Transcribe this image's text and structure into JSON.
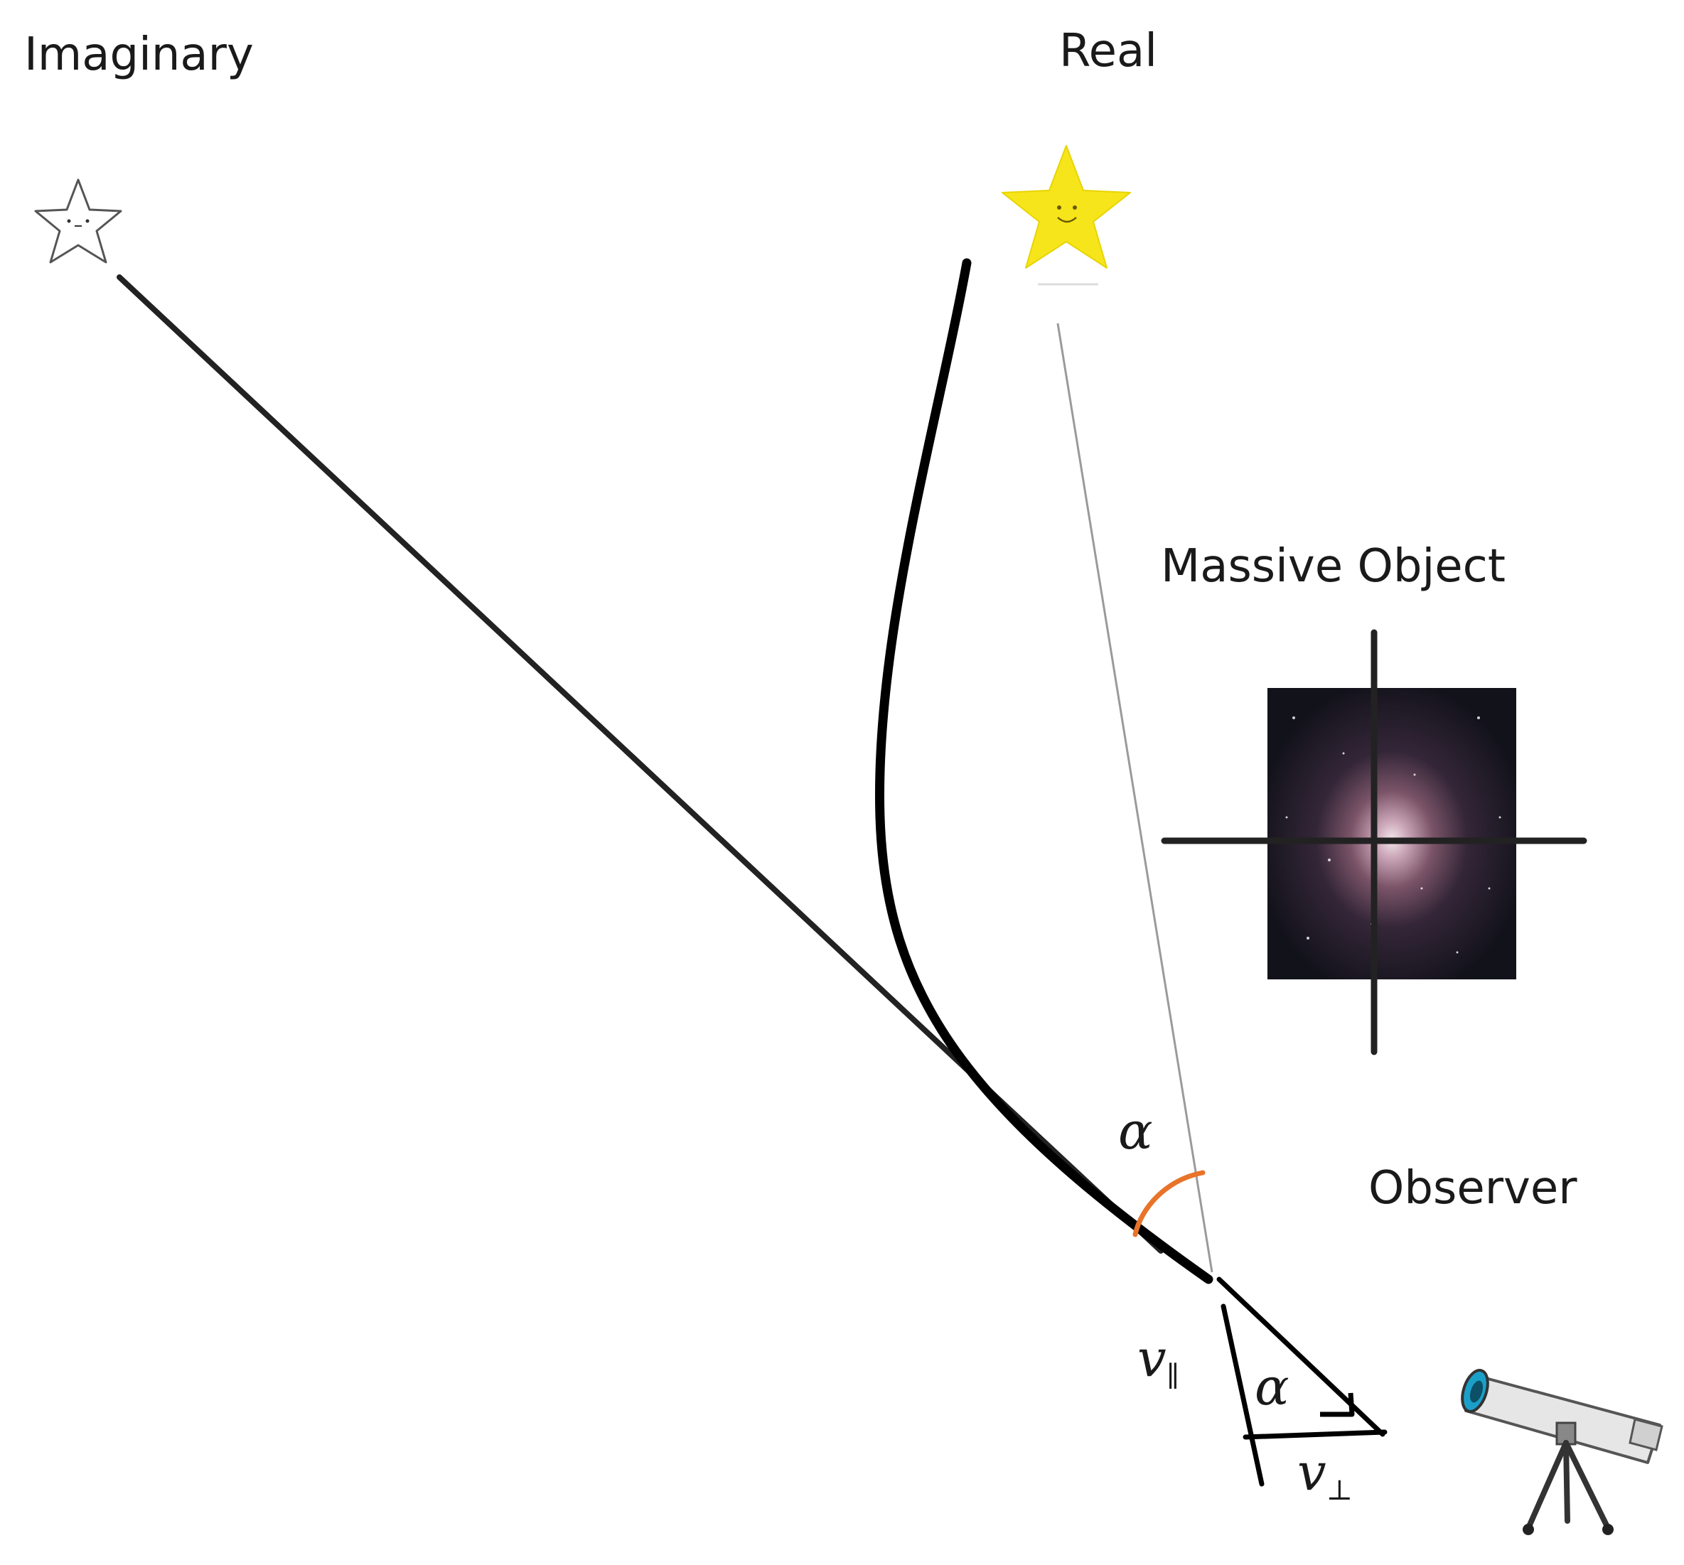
{
  "labels": {
    "imaginary": "Imaginary",
    "real": "Real",
    "massive_object": "Massive Object",
    "observer": "Observer"
  },
  "symbols": {
    "alpha": "α",
    "v": "v",
    "parallel": "∥",
    "perp": "⊥"
  },
  "colors": {
    "real_star": "#f7e51b",
    "angle_arc": "#e8742a",
    "line": "#111111",
    "thin_line": "#9a9a9a",
    "galaxy_bg": "#15151c"
  },
  "icons": [
    "imaginary-star-icon",
    "real-star-icon",
    "galaxy-image",
    "telescope-icon"
  ]
}
